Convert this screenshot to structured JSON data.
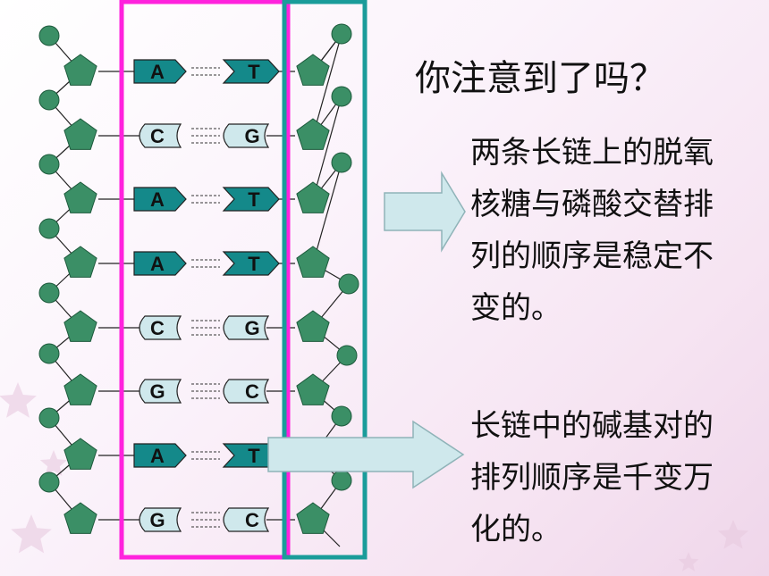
{
  "question": "你注意到了吗？",
  "note1": "两条长链上的脱氧核糖与磷酸交替排列的顺序是稳定不变的。",
  "note2": "长链中的碱基对的排列顺序是千变万化的。",
  "base_pairs": [
    {
      "left": "A",
      "right": "T",
      "bonds": 2
    },
    {
      "left": "C",
      "right": "G",
      "bonds": 3
    },
    {
      "left": "A",
      "right": "T",
      "bonds": 2
    },
    {
      "left": "A",
      "right": "T",
      "bonds": 2
    },
    {
      "left": "C",
      "right": "G",
      "bonds": 3
    },
    {
      "left": "G",
      "right": "C",
      "bonds": 3
    },
    {
      "left": "A",
      "right": "T",
      "bonds": 2
    },
    {
      "left": "G",
      "right": "C",
      "bonds": 3
    }
  ],
  "colors": {
    "left_box": "#ff22dd",
    "right_box": "#1a9c9a",
    "sugar": "#3b8f66",
    "phosphate": "#3b8f66",
    "purine_fill": "#14898a",
    "pyrimidine_fill": "#cfe8ec",
    "arrow_fill": "#cfe8ec"
  }
}
